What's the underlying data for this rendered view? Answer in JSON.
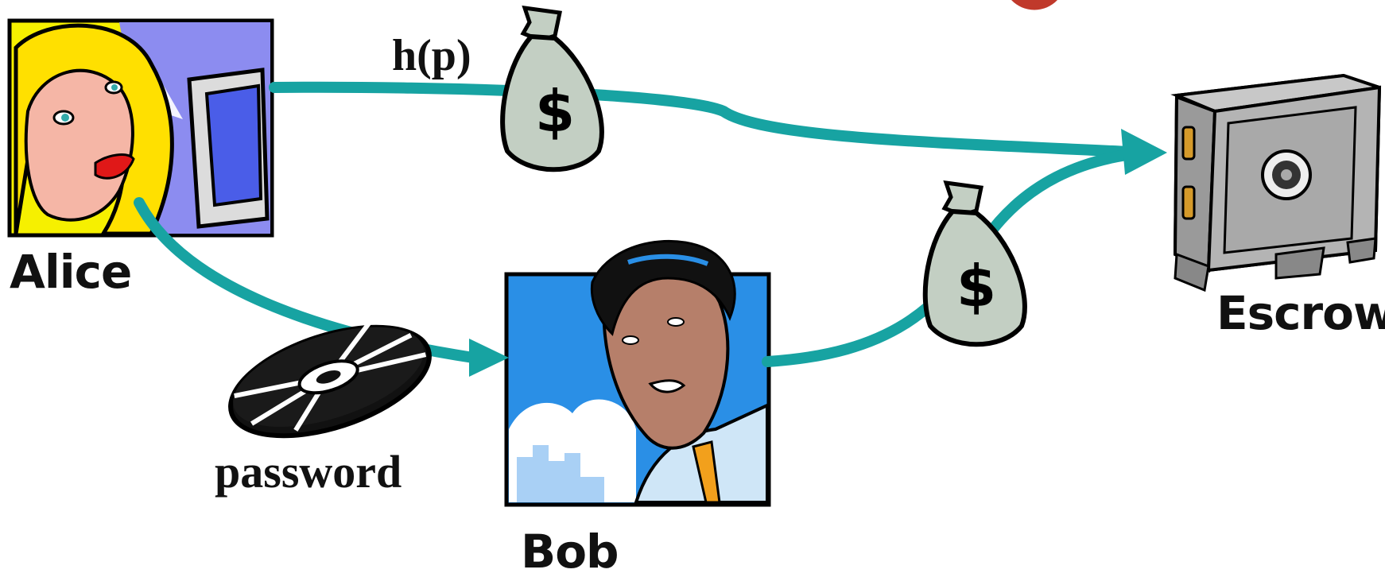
{
  "parties": {
    "alice": "Alice",
    "bob": "Bob",
    "escrow": "Escrow"
  },
  "messages": {
    "hash": "h(p)",
    "password": "password"
  },
  "icons": {
    "alice": "woman-at-computer-icon",
    "bob": "businessman-icon",
    "escrow": "safe-icon",
    "money": "money-bag-icon",
    "disc": "disc-icon"
  },
  "colors": {
    "arrow": "#17a3a2",
    "money_bag": "#c3cfc3",
    "safe": "#a9a9a9",
    "alice_bg": "#8c8cf0",
    "bob_bg": "#2a8fe6",
    "accent_red": "#c0392b"
  }
}
